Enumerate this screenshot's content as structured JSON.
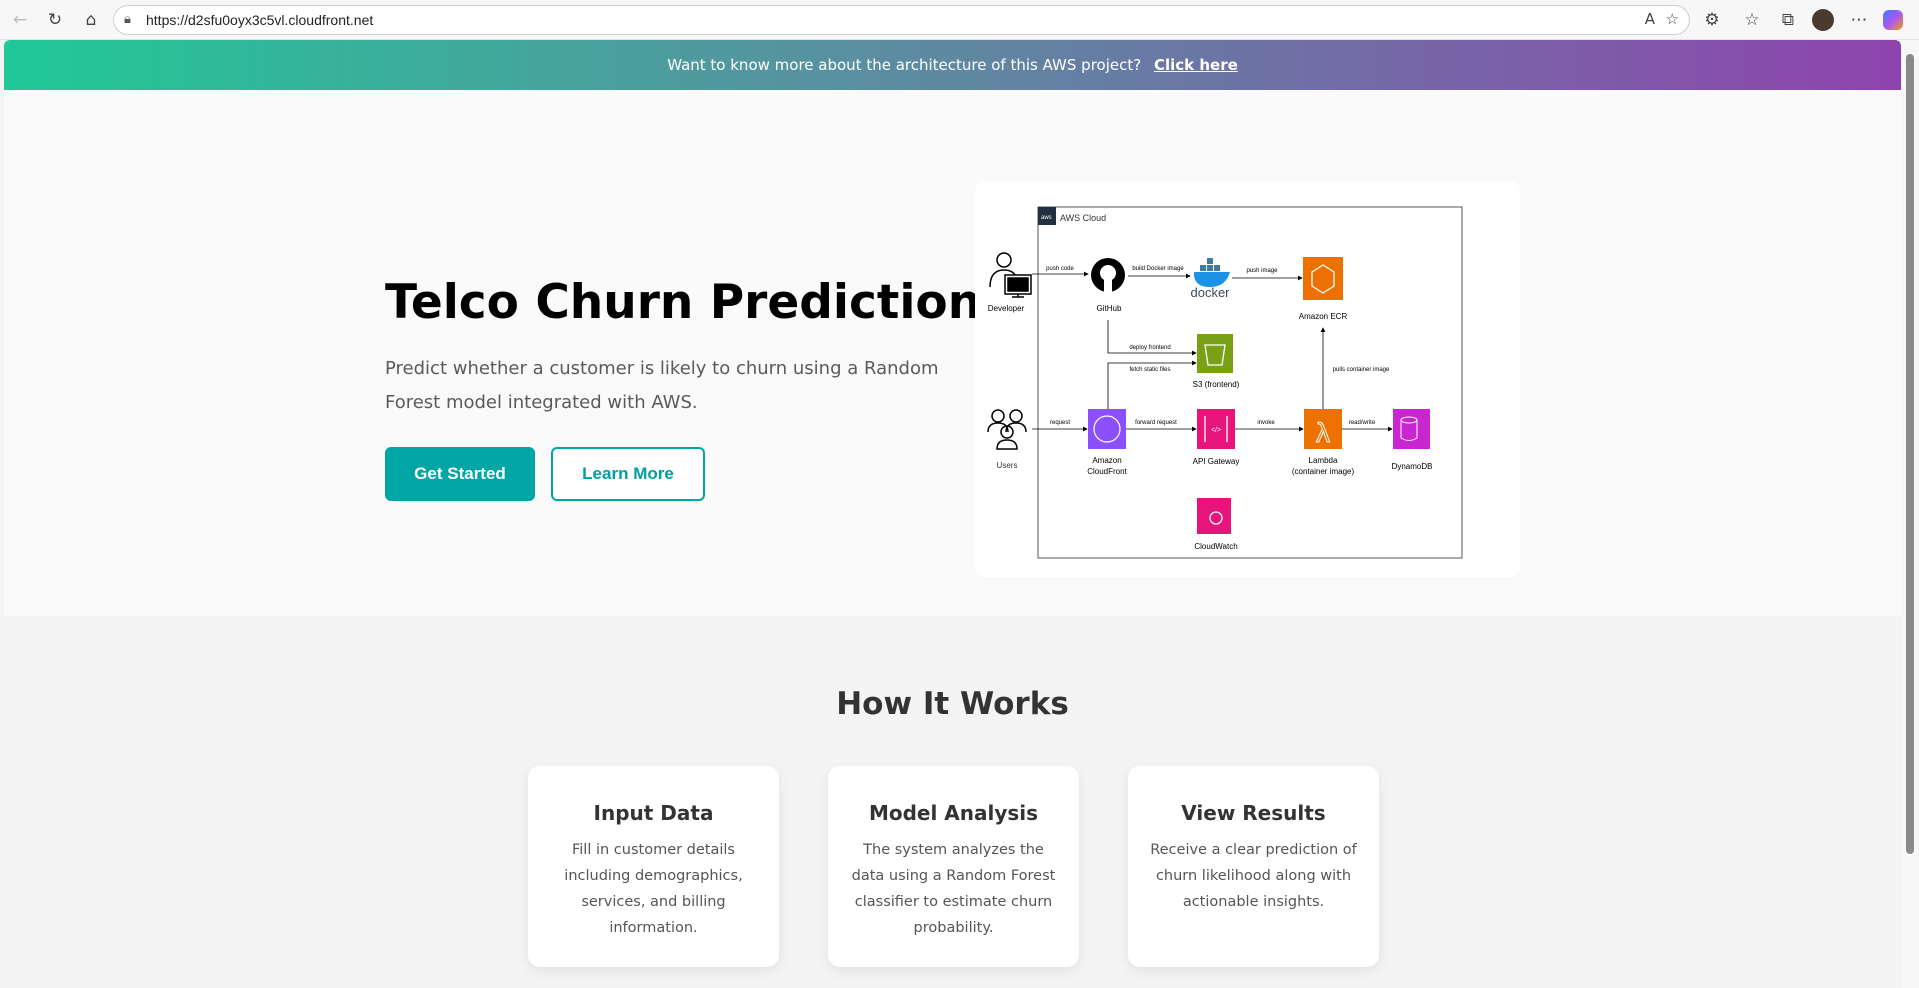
{
  "browser": {
    "url": "https://d2sfu0oyx3c5vl.cloudfront.net"
  },
  "banner": {
    "text": "Want to know more about the architecture of this AWS project?",
    "link": "Click here"
  },
  "hero": {
    "title": "Telco Churn Prediction",
    "description": "Predict whether a customer is likely to churn using a Random Forest model integrated with AWS.",
    "primary_button": "Get Started",
    "secondary_button": "Learn More"
  },
  "diagram": {
    "cloud_label": "AWS Cloud",
    "aws_logo": "aws",
    "nodes": {
      "developer": "Developer",
      "github": "GitHub",
      "docker": "docker",
      "ecr": "Amazon ECR",
      "s3": "S3 (frontend)",
      "users": "Users",
      "cloudfront_1": "Amazon",
      "cloudfront_2": "CloudFront",
      "apigw": "API Gateway",
      "lambda_1": "Lambda",
      "lambda_2": "(container image)",
      "dynamodb": "DynamoDB",
      "cloudwatch": "CloudWatch"
    },
    "edges": {
      "push_code": "push code",
      "build": "build Docker image",
      "push_image": "push image",
      "deploy": "deploy frontend",
      "fetch": "fetch static files",
      "pulls": "pulls container image",
      "request": "request",
      "forward": "forward request",
      "invoke": "invoke",
      "readwrite": "read/write"
    },
    "colors": {
      "ecr": "#ED7100",
      "s3": "#7AA116",
      "cloudfront": "#8C4FFF",
      "apigw": "#E7157B",
      "dynamodb": "#C925D1",
      "cloudwatch": "#E7157B"
    }
  },
  "how": {
    "title": "How It Works",
    "cards": [
      {
        "title": "Input Data",
        "text": "Fill in customer details including demographics, services, and billing information."
      },
      {
        "title": "Model Analysis",
        "text": "The system analyzes the data using a Random Forest classifier to estimate churn probability."
      },
      {
        "title": "View Results",
        "text": "Receive a clear prediction of churn likelihood along with actionable insights."
      }
    ]
  }
}
